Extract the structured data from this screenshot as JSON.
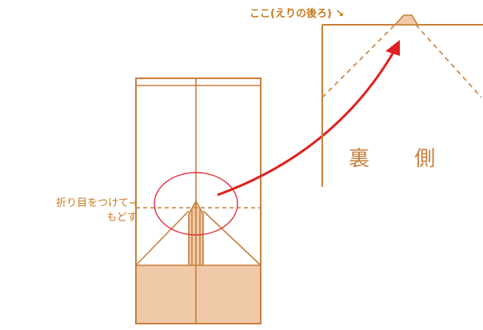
{
  "labels": {
    "here": "ここ(えりの後ろ) ↘",
    "fold_line1": "折り目をつけて→",
    "fold_line2": "もどす",
    "back_side": "裏 側"
  },
  "colors": {
    "outline": "#c77f3a",
    "text": "#c97a20",
    "fill": "#f0c9a8",
    "arrow": "#e02020",
    "circle": "#e03040"
  }
}
